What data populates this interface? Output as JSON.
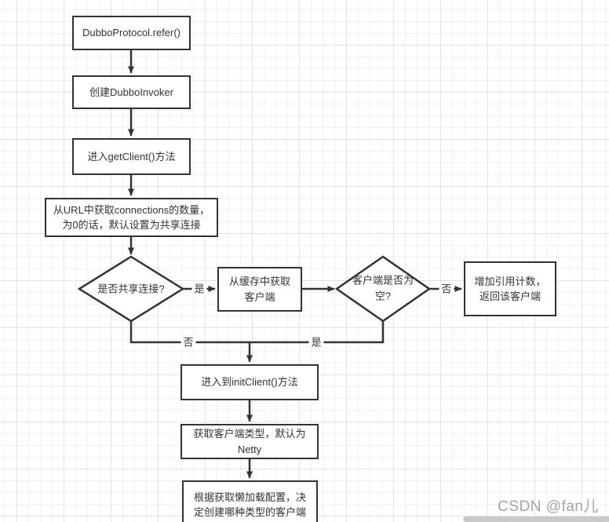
{
  "diagram": {
    "nodes": {
      "refer": "DubboProtocol.refer()",
      "create_invoker": "创建DubboInvoker",
      "enter_get_client": "进入getClient()方法",
      "url_connections": "从URL中获取connections的数量，\n为0的话，默认设置为共享连接",
      "is_shared_connection": "是否共享连接?",
      "get_from_cache": "从缓存中获取\n客户端",
      "is_client_empty": "客户端是否为\n空?",
      "add_ref_count": "增加引用计数，\n返回该客户端",
      "enter_init_client": "进入到initClient()方法",
      "client_type": "获取客户端类型，默认为\nNetty",
      "lazy_load_config": "根据获取懒加载配置，决\n定创建哪种类型的客户端"
    },
    "edge_labels": {
      "shared_yes": "是",
      "shared_no": "否",
      "empty_no": "否",
      "empty_yes": "是"
    },
    "colors": {
      "stroke": "#333333",
      "grid_minor": "#f2f2f2",
      "grid_major": "#e4e4e4",
      "scrollbar": "#c9c9c9",
      "watermark_text": "#a3a3a3"
    }
  },
  "watermark": "CSDN @fan儿"
}
